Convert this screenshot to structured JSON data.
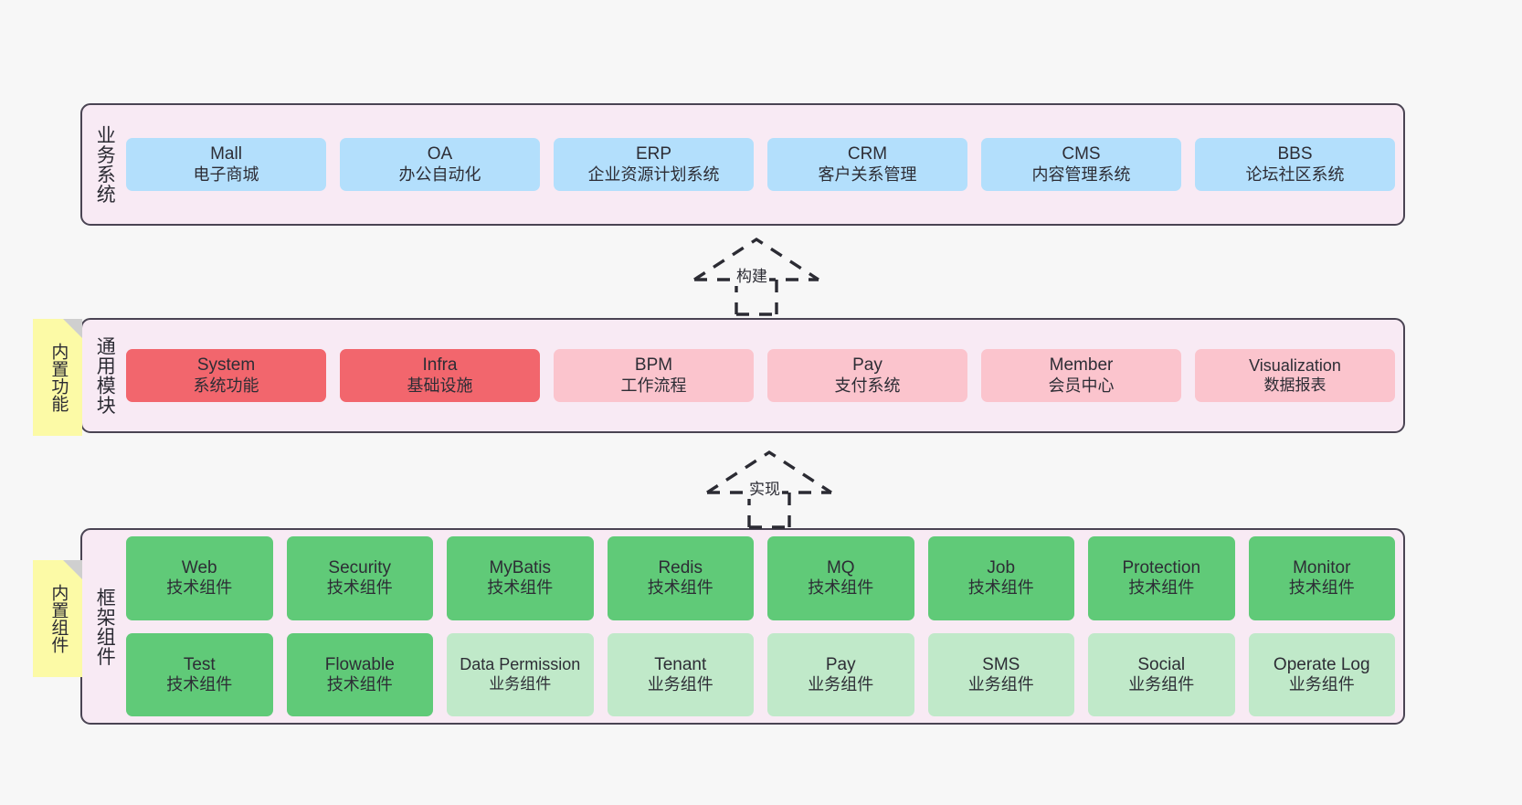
{
  "colors": {
    "canvas_bg": "#f7f7f7",
    "layer_bg": "#f8eaf4",
    "layer_border": "#4a4453",
    "business_node": "#b3dffc",
    "core_module_node": "#f2666d",
    "optional_module_node": "#fbc4cd",
    "tech_component_node": "#60ca78",
    "biz_component_node": "#c0e9c9",
    "note_bg": "#fcfaa6",
    "note_fold": "#cfcfcf",
    "text": "#2d2d35"
  },
  "layers": {
    "business": {
      "side_label": "业务系统",
      "nodes": [
        {
          "en": "Mall",
          "cn": "电子商城"
        },
        {
          "en": "OA",
          "cn": "办公自动化"
        },
        {
          "en": "ERP",
          "cn": "企业资源计划系统"
        },
        {
          "en": "CRM",
          "cn": "客户关系管理"
        },
        {
          "en": "CMS",
          "cn": "内容管理系统"
        },
        {
          "en": "BBS",
          "cn": "论坛社区系统"
        }
      ]
    },
    "modules": {
      "side_label": "通用模块",
      "note": "内置功能",
      "nodes": [
        {
          "en": "System",
          "cn": "系统功能",
          "variant": "core"
        },
        {
          "en": "Infra",
          "cn": "基础设施",
          "variant": "core"
        },
        {
          "en": "BPM",
          "cn": "工作流程",
          "variant": "optional"
        },
        {
          "en": "Pay",
          "cn": "支付系统",
          "variant": "optional"
        },
        {
          "en": "Member",
          "cn": "会员中心",
          "variant": "optional"
        },
        {
          "en": "Visualization",
          "cn": "数据报表",
          "variant": "optional"
        }
      ]
    },
    "framework": {
      "side_label": "框架组件",
      "note": "内置组件",
      "nodes": [
        {
          "en": "Web",
          "cn": "技术组件",
          "variant": "tech"
        },
        {
          "en": "Security",
          "cn": "技术组件",
          "variant": "tech"
        },
        {
          "en": "MyBatis",
          "cn": "技术组件",
          "variant": "tech"
        },
        {
          "en": "Redis",
          "cn": "技术组件",
          "variant": "tech"
        },
        {
          "en": "MQ",
          "cn": "技术组件",
          "variant": "tech"
        },
        {
          "en": "Job",
          "cn": "技术组件",
          "variant": "tech"
        },
        {
          "en": "Protection",
          "cn": "技术组件",
          "variant": "tech"
        },
        {
          "en": "Monitor",
          "cn": "技术组件",
          "variant": "tech"
        },
        {
          "en": "Test",
          "cn": "技术组件",
          "variant": "tech"
        },
        {
          "en": "Flowable",
          "cn": "技术组件",
          "variant": "tech"
        },
        {
          "en": "Data Permission",
          "cn": "业务组件",
          "variant": "biz"
        },
        {
          "en": "Tenant",
          "cn": "业务组件",
          "variant": "biz"
        },
        {
          "en": "Pay",
          "cn": "业务组件",
          "variant": "biz"
        },
        {
          "en": "SMS",
          "cn": "业务组件",
          "variant": "biz"
        },
        {
          "en": "Social",
          "cn": "业务组件",
          "variant": "biz"
        },
        {
          "en": "Operate Log",
          "cn": "业务组件",
          "variant": "biz"
        }
      ]
    }
  },
  "relations": [
    {
      "label": "构建",
      "from": "通用模块",
      "to": "业务系统"
    },
    {
      "label": "实现",
      "from": "框架组件",
      "to": "通用模块"
    }
  ]
}
